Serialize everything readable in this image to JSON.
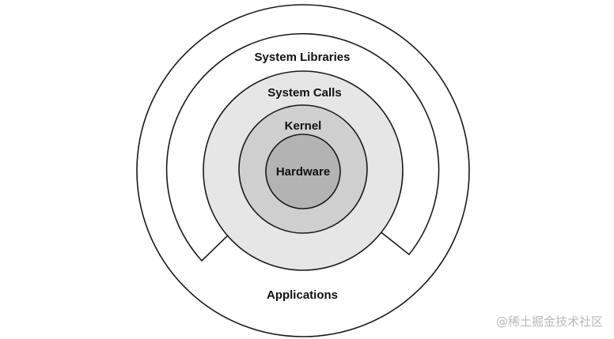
{
  "diagram": {
    "layers": [
      {
        "label": "Applications",
        "fill": "#ffffff"
      },
      {
        "label": "System Libraries",
        "fill": "#ffffff"
      },
      {
        "label": "System Calls",
        "fill": "#e6e6e6"
      },
      {
        "label": "Kernel",
        "fill": "#cfcfcf"
      },
      {
        "label": "Hardware",
        "fill": "#b3b3b3"
      }
    ],
    "stroke_color": "#1a1a1a"
  },
  "watermark": "@稀土掘金技术社区"
}
